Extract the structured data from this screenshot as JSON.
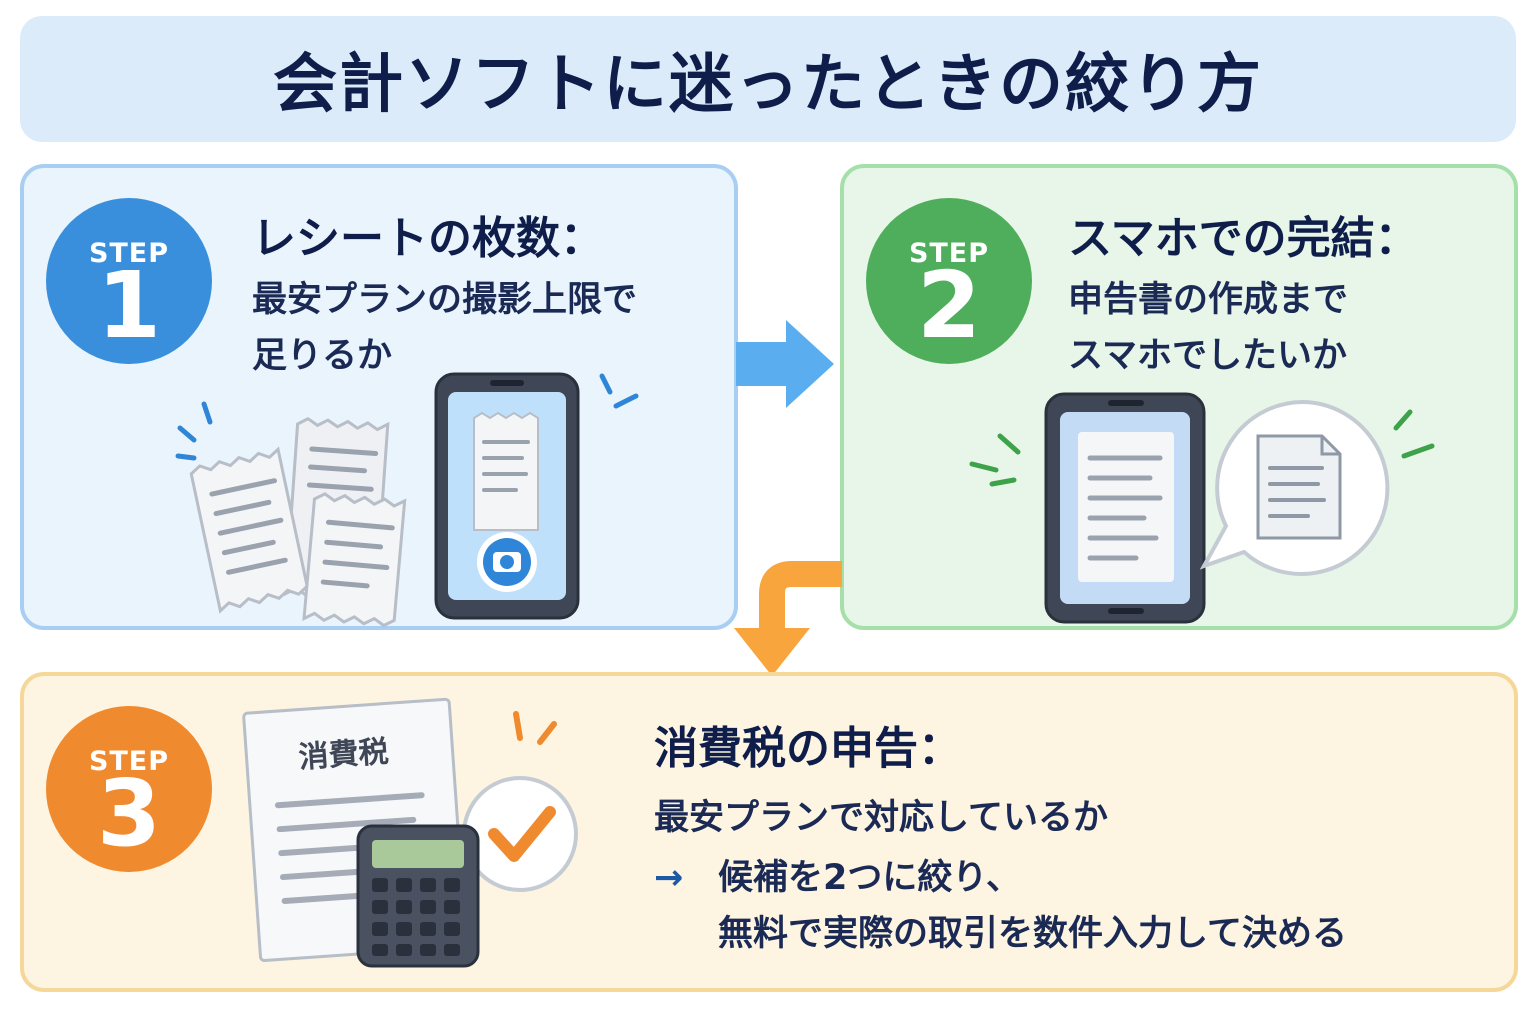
{
  "title": "会計ソフトに迷ったときの絞り方",
  "steps": [
    {
      "badge_label": "STEP",
      "number": "1",
      "heading": "レシートの枚数：",
      "body": [
        "最安プランの撮影上限で",
        "足りるか"
      ],
      "color": "#3a8fdc"
    },
    {
      "badge_label": "STEP",
      "number": "2",
      "heading": "スマホでの完結：",
      "body": [
        "申告書の作成まで",
        "スマホでしたいか"
      ],
      "color": "#4fae5c"
    },
    {
      "badge_label": "STEP",
      "number": "3",
      "heading": "消費税の申告：",
      "body": [
        "最安プランで対応しているか"
      ],
      "arrow": "→",
      "conclusion": [
        "候補を2つに絞り、",
        "無料で実際の取引を数件入力して決める"
      ],
      "document_label": "消費税",
      "color": "#f08a2e"
    }
  ],
  "icons": [
    "receipts-icon",
    "phone-camera-icon",
    "phone-document-icon",
    "speech-bubble-document-icon",
    "tax-document-icon",
    "calculator-icon",
    "checkmark-icon",
    "arrow-right-icon",
    "arrow-down-icon"
  ],
  "colors": {
    "title_bg": "#dcebf9",
    "step1_bg": "#eaf4fd",
    "step2_bg": "#e7f6e8",
    "step3_bg": "#fdf5e1",
    "arrow_blue": "#5aaef0",
    "arrow_orange": "#f7a53c"
  }
}
